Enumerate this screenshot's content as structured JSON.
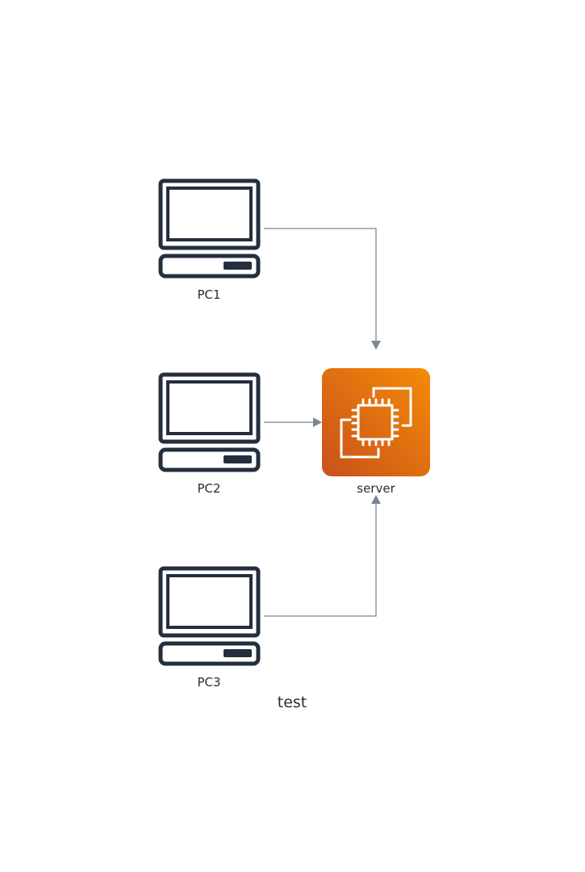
{
  "diagram": {
    "title": "test",
    "colors": {
      "pc_icon": "#232f3e",
      "edge": "#7b8894",
      "server_gradient_start": "#c8511b",
      "server_gradient_end": "#f58b07",
      "server_icon_stroke": "#ffffff"
    },
    "nodes": [
      {
        "id": "pc1",
        "label": "PC1",
        "icon": "desktop-computer-icon"
      },
      {
        "id": "pc2",
        "label": "PC2",
        "icon": "desktop-computer-icon"
      },
      {
        "id": "pc3",
        "label": "PC3",
        "icon": "desktop-computer-icon"
      },
      {
        "id": "server",
        "label": "server",
        "icon": "ec2-instance-icon"
      }
    ],
    "edges": [
      {
        "from": "pc1",
        "to": "server"
      },
      {
        "from": "pc2",
        "to": "server"
      },
      {
        "from": "pc3",
        "to": "server"
      }
    ]
  }
}
